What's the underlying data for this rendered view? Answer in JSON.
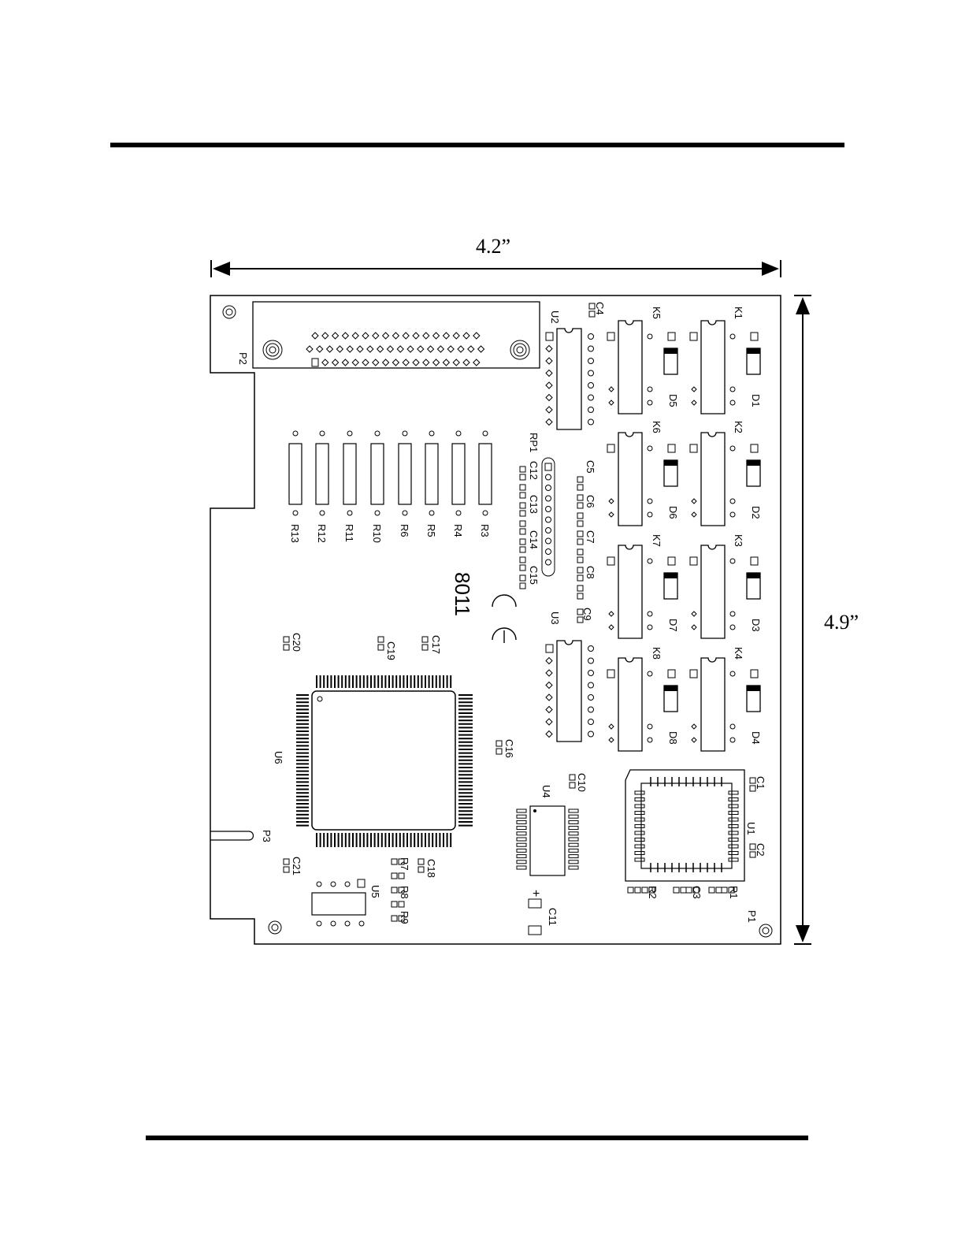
{
  "dimensions": {
    "width_label": "4.2”",
    "height_label": "4.9”"
  },
  "board": {
    "model_marking": "8011",
    "ce_mark": "CE",
    "connectors": [
      "P1",
      "P2",
      "P3"
    ],
    "relays": [
      "K1",
      "K2",
      "K3",
      "K4",
      "K5",
      "K6",
      "K7",
      "K8"
    ],
    "leds": [
      "D1",
      "D2",
      "D3",
      "D4",
      "D5",
      "D6",
      "D7",
      "D8"
    ],
    "ics": [
      "U1",
      "U2",
      "U3",
      "U4",
      "U5",
      "U6"
    ],
    "resistor_network": "RP1",
    "resistors_row": [
      "R13",
      "R12",
      "R11",
      "R10",
      "R6",
      "R5",
      "R4",
      "R3"
    ],
    "resistors_small": [
      "R1",
      "R2",
      "R7",
      "R8",
      "R9"
    ],
    "capacitors": {
      "c1": "C1",
      "c2": "C2",
      "c3": "C3",
      "c4": "C4",
      "c5": "C5",
      "c6": "C6",
      "c7": "C7",
      "c8": "C8",
      "c9": "C9",
      "c10": "C10",
      "c11": "C11",
      "c12": "C12",
      "c13": "C13",
      "c14": "C14",
      "c15": "C15",
      "c16": "C16",
      "c17": "C17",
      "c18": "C18",
      "c19": "C19",
      "c20": "C20",
      "c21": "C21"
    },
    "polarity_mark": "+"
  }
}
